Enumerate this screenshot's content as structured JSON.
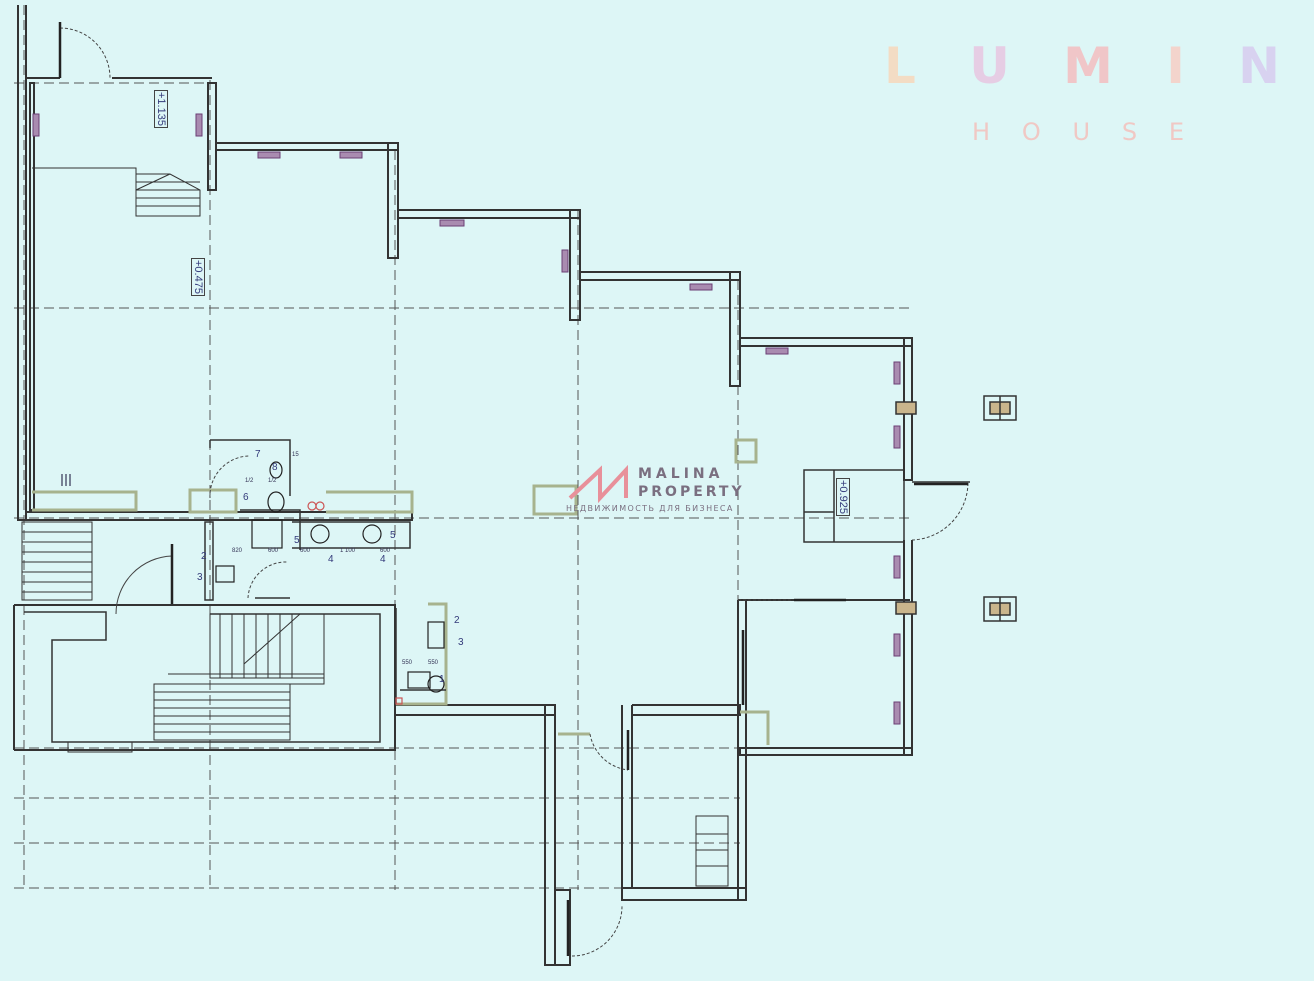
{
  "branding": {
    "lumin_letters": [
      "L",
      "U",
      "M",
      "I",
      "N"
    ],
    "lumin_colors": [
      "#f3dcc4",
      "#e6cde4",
      "#f0c6c8",
      "#f3d4cc",
      "#d8d2f0"
    ],
    "house_letters": [
      "H",
      "O",
      "U",
      "S",
      "E"
    ],
    "malina_line1": "MALINA",
    "malina_line2": "PROPERTY",
    "malina_tagline": "НЕДВИЖИМОСТЬ ДЛЯ БИЗНЕСА",
    "malina_logo_color": "#e8909a"
  },
  "elevation_marks": [
    "+1.135",
    "+0.475",
    "+0.925"
  ],
  "fixture_numbers": [
    "7",
    "8",
    "6",
    "5",
    "4",
    "4",
    "5",
    "2",
    "3",
    "2",
    "3",
    "1"
  ],
  "dimension_texts": [
    "1/2",
    "1/2",
    "820",
    "600",
    "600",
    "1 100",
    "600",
    "550",
    "550",
    "15"
  ],
  "colors": {
    "background": "#ddf6f6",
    "wall": "#333333",
    "grid": "#555555",
    "niche": "#7d4d85",
    "partition": "#b7c2a0"
  }
}
